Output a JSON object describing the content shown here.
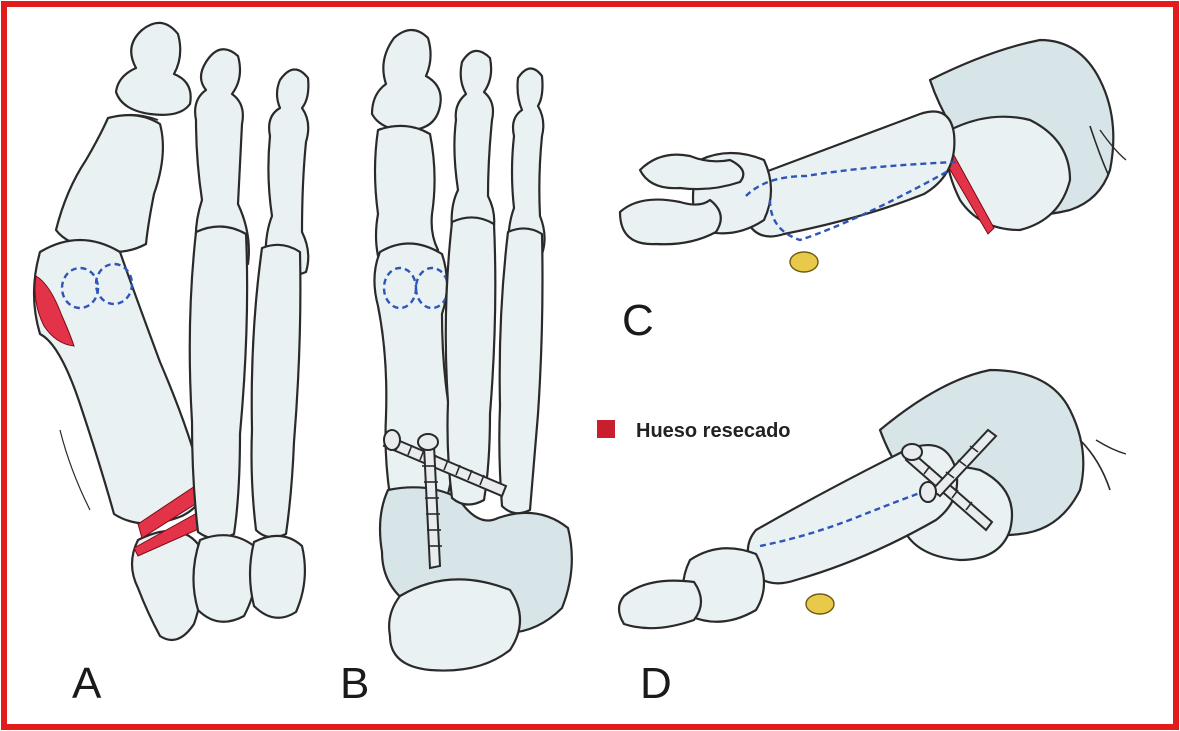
{
  "panels": {
    "a": "A",
    "b": "B",
    "c": "C",
    "d": "D"
  },
  "legend": {
    "label": "Hueso resecado",
    "swatch_color": "#c81e2e"
  },
  "colors": {
    "frame": "#e21b1b",
    "resected_bone": "#e23349",
    "dashed_outline": "#2f55b8",
    "bone_fill": "#e9f1f3",
    "sesamoid": "#e9c94a"
  }
}
